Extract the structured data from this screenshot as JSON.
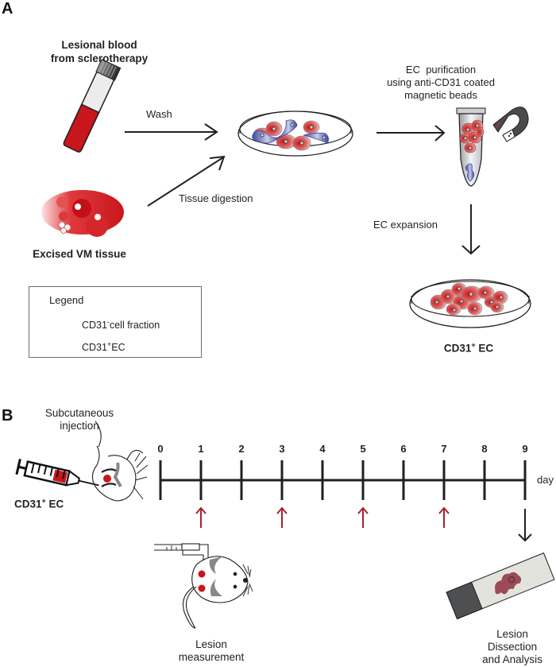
{
  "panel_a": {
    "label": "A",
    "source_blood": {
      "line1": "Lesional blood",
      "line2": "from sclerotherapy"
    },
    "source_tissue": {
      "label": "Excised VM tissue"
    },
    "step_wash": "Wash",
    "step_digestion": "Tissue digestion",
    "step_purification": {
      "line1": "EC  purification",
      "line2": "using anti-CD31 coated",
      "line3": "magnetic beads"
    },
    "step_expansion": "EC expansion",
    "result": {
      "text": "CD31",
      "sup": "+",
      "suffix": " EC"
    },
    "legend": {
      "title": "Legend",
      "items": [
        {
          "text": "CD31",
          "sup": "-",
          "suffix": "cell fraction",
          "icon": "cd31-negative-cell-icon"
        },
        {
          "text": "CD31",
          "sup": "+",
          "suffix": "EC",
          "icon": "cd31-positive-cell-icon"
        }
      ]
    }
  },
  "panel_b": {
    "label": "B",
    "injection": {
      "line1": "Subcutaneous",
      "line2": "injection"
    },
    "cells": {
      "text": "CD31",
      "sup": "+",
      "suffix": " EC"
    },
    "timeline": {
      "unit": "day",
      "ticks": [
        "0",
        "1",
        "2",
        "3",
        "4",
        "5",
        "6",
        "7",
        "8",
        "9"
      ],
      "measurement_days": [
        1,
        3,
        5,
        7
      ],
      "endpoint_day": 9
    },
    "measurement": {
      "line1": "Lesion",
      "line2": "measurement"
    },
    "analysis": {
      "line1": "Lesion",
      "line2": "Dissection",
      "line3": "and Analysis"
    }
  },
  "colors": {
    "blood_red": "#c8161d",
    "cd31_negative_blue": "#3f4fa8",
    "cd31_positive_red": "#d0312d",
    "arrow_red": "#a3232e",
    "line_dark": "#231f20",
    "magnet_gray": "#4a4a4a",
    "lesion_mauve": "#9c4a57"
  }
}
